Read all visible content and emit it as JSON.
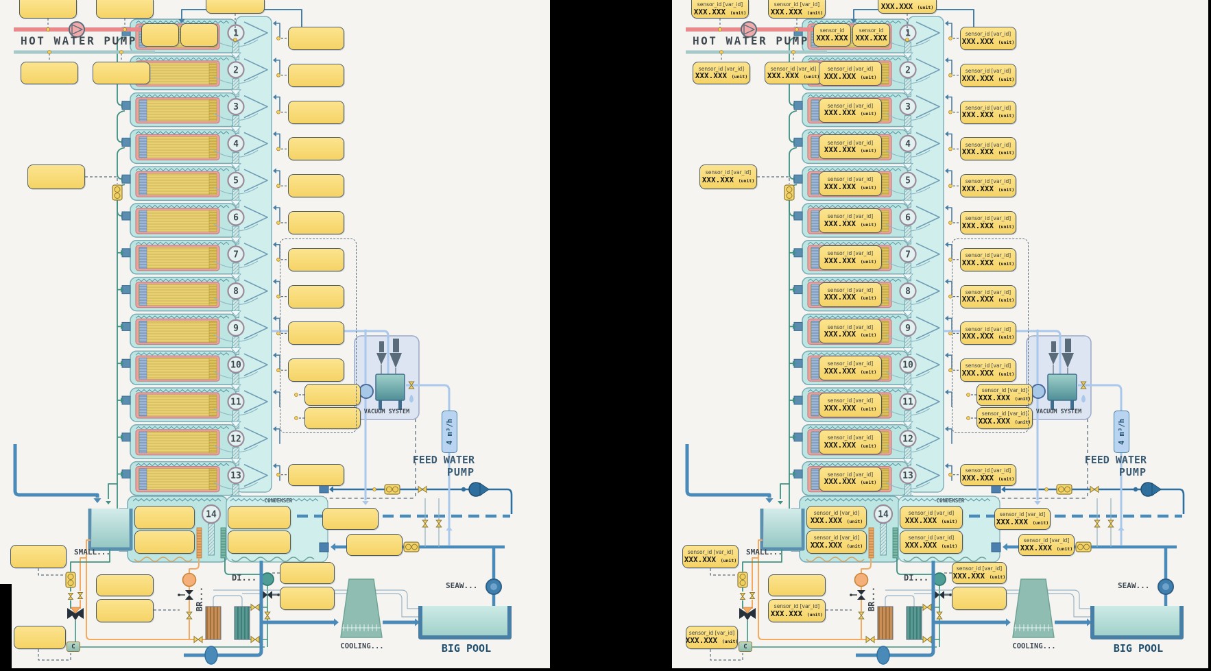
{
  "meta": {
    "description": "Side-by-side comparison of a 14-effect desalination process diagram: left panel with empty sensor label boxes, right panel with sensor placeholders filled in"
  },
  "panels": [
    {
      "side": "left",
      "boxes_filled": false
    },
    {
      "side": "right",
      "boxes_filled": true
    }
  ],
  "labels": {
    "hot_water_pump": "HOT WATER PUMP",
    "feed_water_pump_line1": "FEED WATER",
    "feed_water_pump_line2": "PUMP",
    "vacuum_system": "VACUUM SYSTEM",
    "condenser": "CONDENSER",
    "small_pool": "SMALL...",
    "big_pool": "BIG POOL",
    "cooling": "COOLING...",
    "seawater": "SEAW...",
    "di": "DI...",
    "brine": "BR...",
    "c_unit": "C",
    "flow_tag": "4 m³/h"
  },
  "sensor_box": {
    "id_line": "sensor_id [var_id]",
    "value": "XXX.XXX",
    "unit": "(unit)",
    "short_id": "sensor_id",
    "short_value": "XXX.XXX"
  },
  "stages": {
    "numbers": [
      "1",
      "2",
      "3",
      "4",
      "5",
      "6",
      "7",
      "8",
      "9",
      "10",
      "11",
      "12",
      "13",
      "14"
    ]
  },
  "colors": {
    "panel_bg": "#f5f4f1",
    "box_yellow": "#f5d366",
    "pipe_red": "#e8898b",
    "pipe_teal": "#a5c9c9",
    "pipe_green": "#3f9183",
    "pipe_orange": "#f5a95f",
    "pipe_blue": "#4a8ab8",
    "pipe_dark_blue": "#2e6f9e",
    "pipe_light_blue": "#a9c8ec",
    "vessel_teal": "#bde6e3"
  }
}
